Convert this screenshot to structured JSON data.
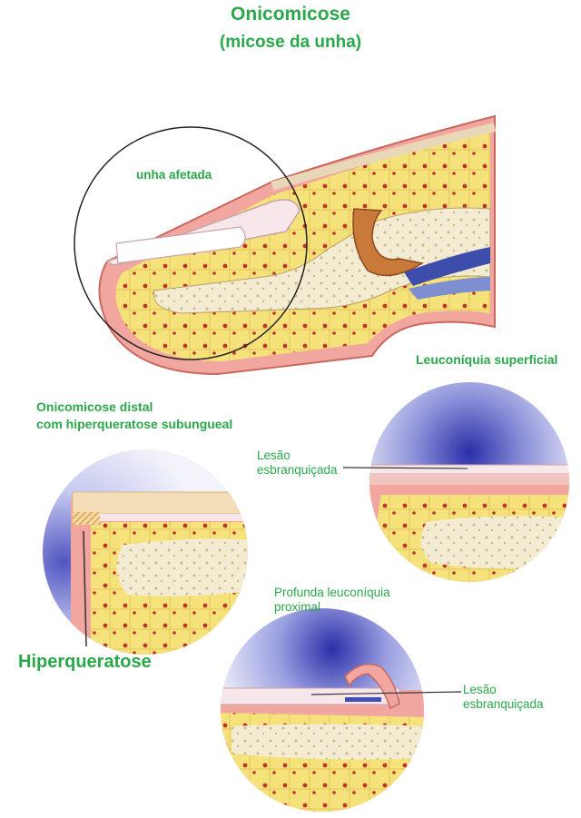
{
  "title": "Onicomicose",
  "subtitle": "(micose da unha)",
  "labels": {
    "affected_nail": "unha afetada",
    "superficial": "Leuconíquia superficial",
    "distal_line1": "Onicomicose distal",
    "distal_line2": "com hiperqueratose subungueal",
    "lesion1_line1": "Lesão",
    "lesion1_line2": "esbranquiçada",
    "proximal_line1": "Profunda leuconíquia",
    "proximal_line2": "proximal",
    "lesion2_line1": "Lesão",
    "lesion2_line2": "esbranquiçada",
    "hyperkeratosis": "Hiperqueratose"
  },
  "colors": {
    "label": "#2aa84a",
    "skin": "#f2a6a0",
    "skin_dark": "#e07e78",
    "fat": "#f5e27a",
    "fat_dot": "#c2322a",
    "bone": "#f3ecd2",
    "nail": "#f7e7ea",
    "halo": "#3a3fb8"
  }
}
